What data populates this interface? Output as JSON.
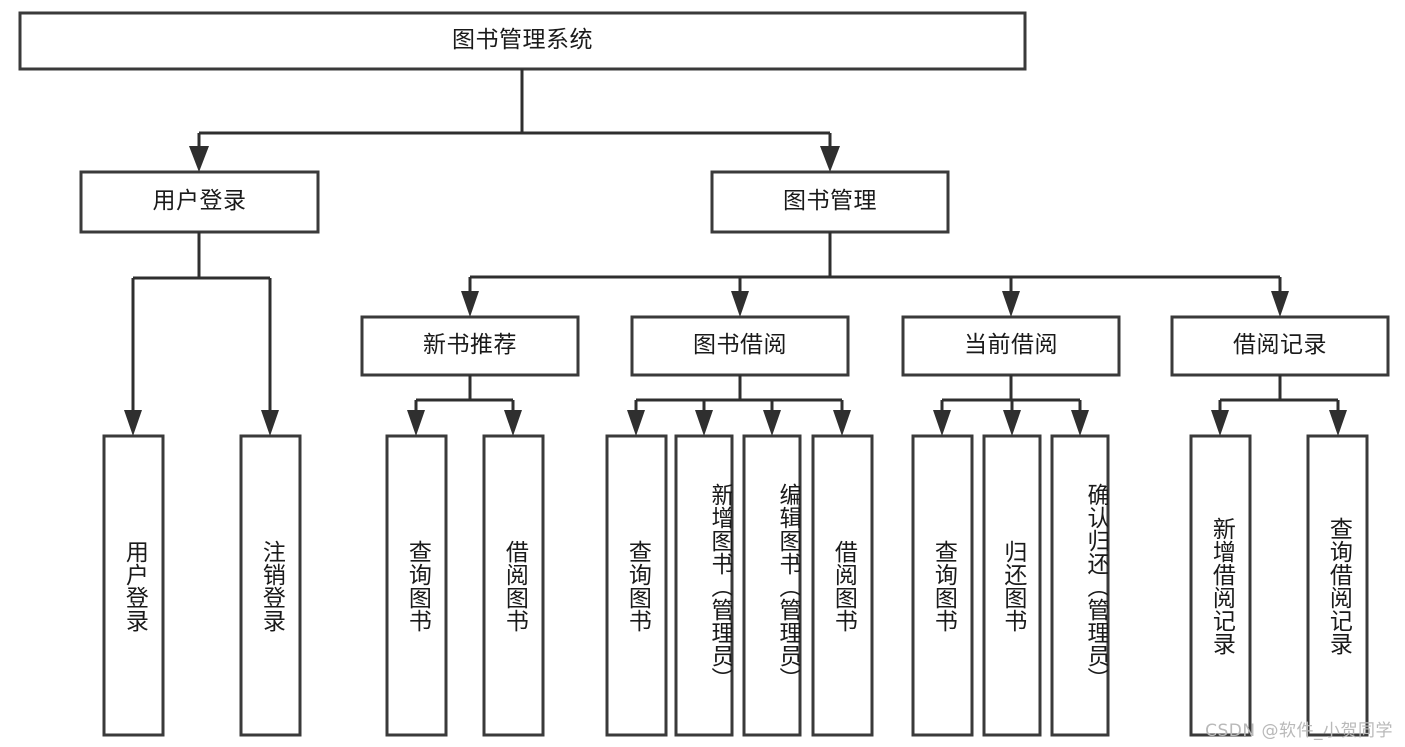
{
  "diagram": {
    "type": "tree",
    "title": "图书管理系统",
    "watermark": "CSDN @软件_小贺同学",
    "colors": {
      "box_stroke": "#3a3a3a",
      "box_fill": "#ffffff",
      "connector": "#2f2f2f",
      "text": "#1a1a1a",
      "background": "#ffffff",
      "watermark": "#b9b9b9"
    },
    "levels": {
      "root": {
        "label": "图书管理系统"
      },
      "level2": [
        {
          "label": "用户登录"
        },
        {
          "label": "图书管理"
        }
      ],
      "level3": [
        {
          "label": "新书推荐"
        },
        {
          "label": "图书借阅"
        },
        {
          "label": "当前借阅"
        },
        {
          "label": "借阅记录"
        }
      ],
      "leaves": {
        "user_login": [
          {
            "label": "用户登录"
          },
          {
            "label": "注销登录"
          }
        ],
        "new_book": [
          {
            "label": "查询图书"
          },
          {
            "label": "借阅图书"
          }
        ],
        "book_borrow": [
          {
            "label": "查询图书"
          },
          {
            "label": "新增图书（管理员）"
          },
          {
            "label": "编辑图书（管理员）"
          },
          {
            "label": "借阅图书"
          }
        ],
        "current_borrow": [
          {
            "label": "查询图书"
          },
          {
            "label": "归还图书"
          },
          {
            "label": "确认归还（管理员）"
          }
        ],
        "borrow_record": [
          {
            "label": "新增借阅记录"
          },
          {
            "label": "查询借阅记录"
          }
        ]
      }
    }
  }
}
